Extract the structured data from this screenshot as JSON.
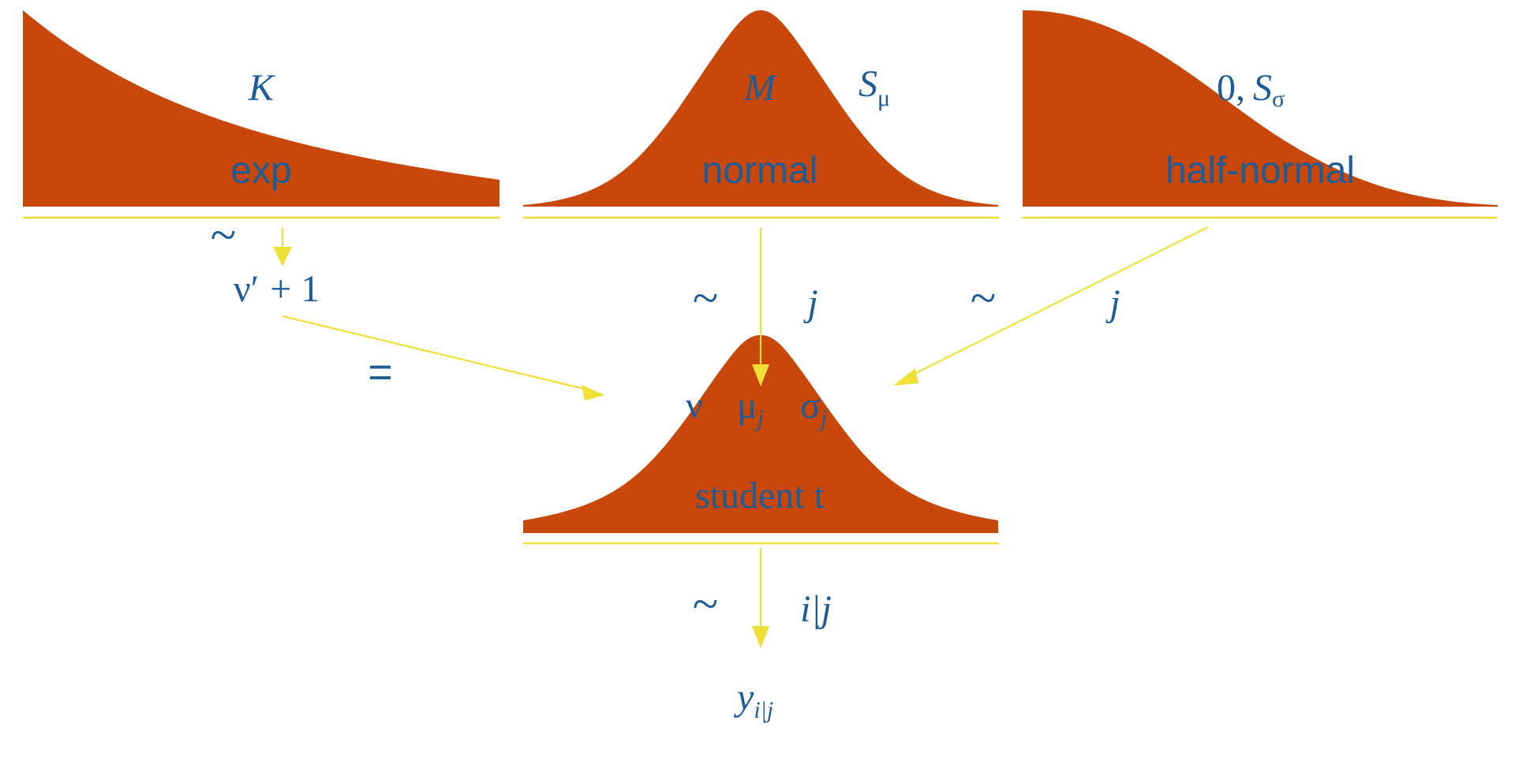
{
  "distributions": {
    "exp": {
      "name": "exp",
      "param": "K"
    },
    "normal": {
      "name": "normal",
      "param": "M",
      "param2_base": "S",
      "param2_sub": "μ"
    },
    "half_normal": {
      "name": "half-normal",
      "param_prefix": "0,",
      "param_base": "S",
      "param_sub": "σ"
    },
    "student_t": {
      "name": "student t",
      "p_nu": "ν",
      "p_mu": "μ",
      "p_mu_sub": "j",
      "p_sigma": "σ",
      "p_sigma_sub": "j"
    }
  },
  "relations": {
    "tilde": "~",
    "equals": "=",
    "nu_prime": "ν′",
    "plus_one": "+ 1",
    "index_j": "j",
    "index_ij": "i|j",
    "y_base": "y",
    "y_sub": "i|j"
  },
  "colors": {
    "curve_fill": "#c8470a",
    "arrow": "#eee036",
    "text": "#1d5c97"
  }
}
